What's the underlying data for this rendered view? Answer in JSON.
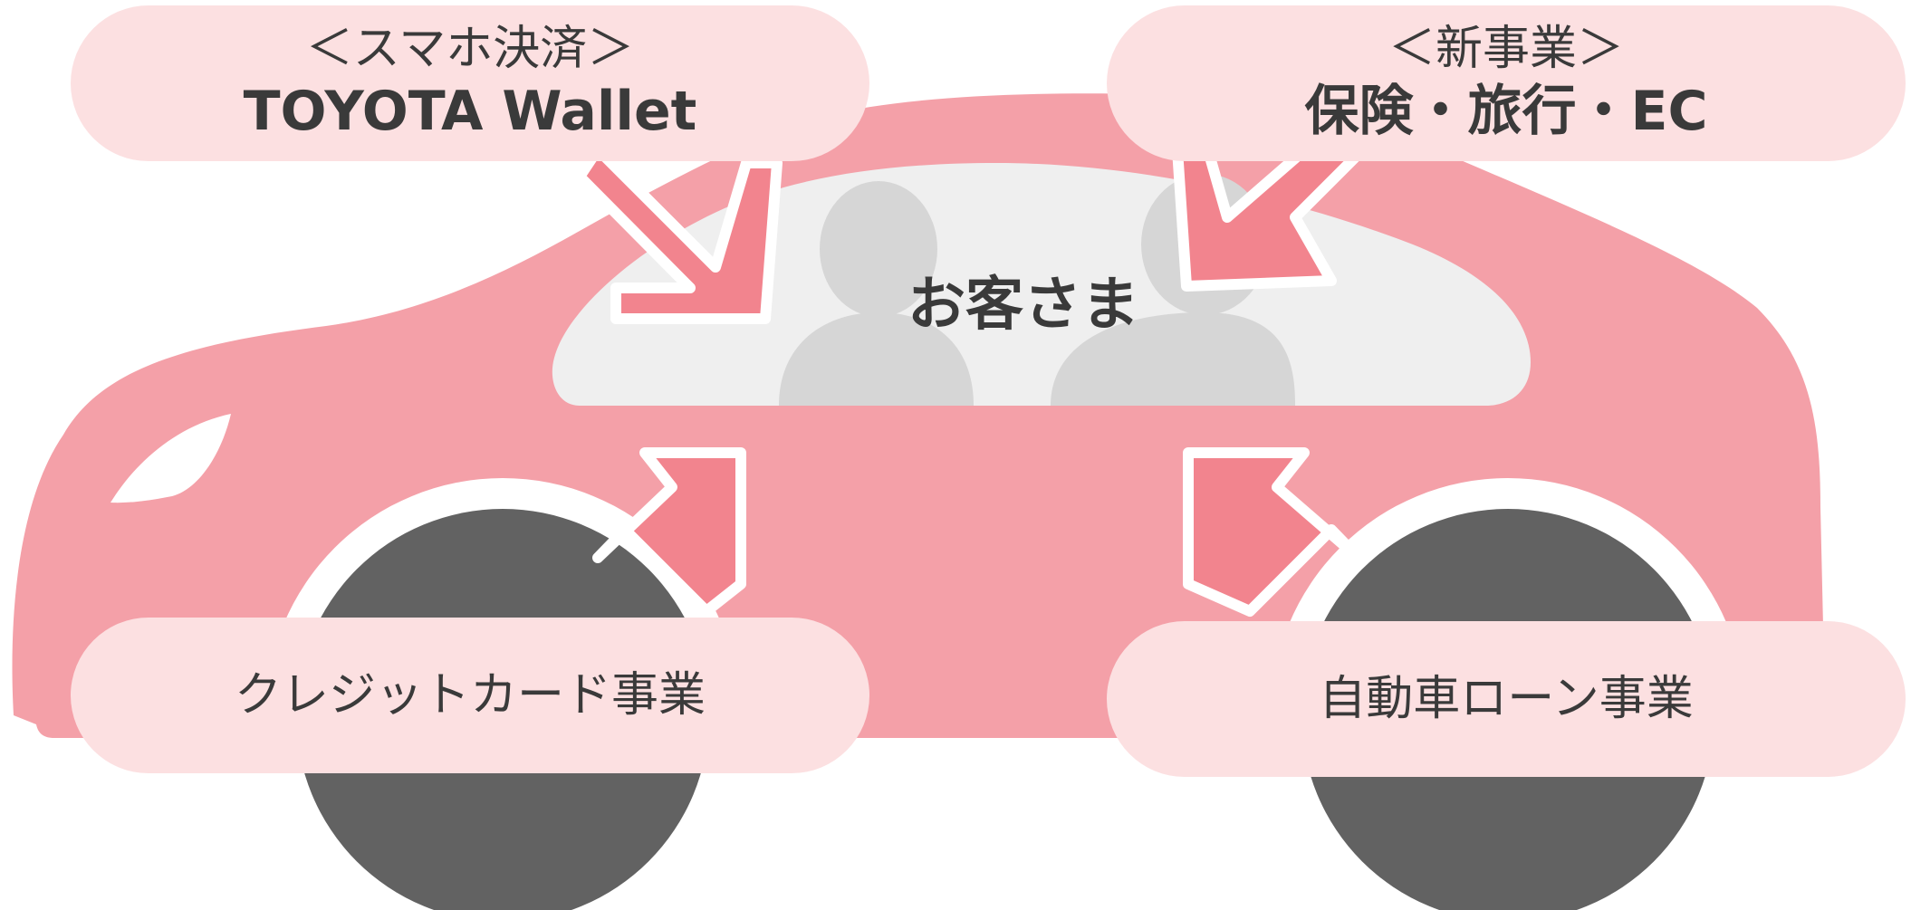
{
  "diagram": {
    "center_label": "お客さま",
    "top_left": {
      "line1": "＜スマホ決済＞",
      "line2": "TOYOTA Wallet"
    },
    "top_right": {
      "line1": "＜新事業＞",
      "line2": "保険・旅行・EC"
    },
    "bottom_left": {
      "label": "クレジットカード事業"
    },
    "bottom_right": {
      "label": "自動車ローン事業"
    }
  },
  "colors": {
    "car_body": "#f4a0a8",
    "window": "#efefef",
    "silhouette": "#d6d6d6",
    "tire": "#626262",
    "arrow": "#f2848e",
    "pill": "#fce0e1",
    "text": "#3a3a3a"
  }
}
